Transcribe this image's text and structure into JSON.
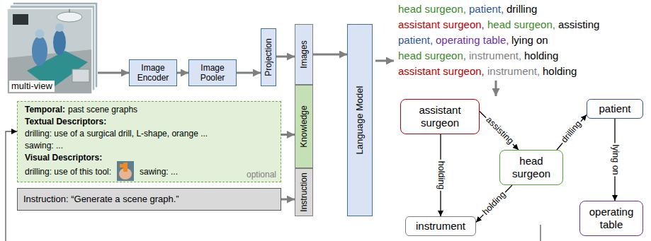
{
  "diagram": {
    "nodes": [
      {
        "text": [
          "multi-view"
        ]
      },
      {
        "text": [
          "Image Encoder"
        ]
      },
      {
        "text": [
          "Image Pooler"
        ]
      },
      {
        "text": [
          "Projection"
        ]
      },
      {
        "text": [
          "Images"
        ]
      },
      {
        "text": [
          "Knowledge"
        ]
      },
      {
        "text": [
          "Instruction"
        ]
      },
      {
        "text": [
          "Language Model"
        ]
      },
      {
        "text": [
          "Temporal:",
          "past scene graphs",
          "Textual Descriptors:",
          "drilling: use of a surgical drill, L-shape, orange ...",
          "sawing: ...",
          "Visual Descriptors:",
          "drilling: use of this tool:",
          "sawing: ...",
          "optional"
        ]
      },
      {
        "text": [
          "Instruction: “Generate a scene graph.”"
        ]
      },
      {
        "text": [
          "assistant surgeon"
        ]
      },
      {
        "text": [
          "head surgeon"
        ]
      },
      {
        "text": [
          "patient"
        ]
      },
      {
        "text": [
          "instrument"
        ]
      },
      {
        "text": [
          "operating table"
        ]
      }
    ],
    "edges": [
      {
        "from": 0,
        "to": 1,
        "arrow": "to"
      },
      {
        "from": 1,
        "to": 2,
        "arrow": "to"
      },
      {
        "from": 2,
        "to": 3,
        "arrow": "to"
      },
      {
        "from": 3,
        "to": 4,
        "arrow": "to"
      },
      {
        "from": 8,
        "to": 5,
        "arrow": "to"
      },
      {
        "from": 9,
        "to": 6,
        "arrow": "to"
      },
      {
        "from": 4,
        "to": 7,
        "arrow": "to"
      },
      {
        "from": 10,
        "to": 11,
        "label": "assisting",
        "arrow": "to"
      },
      {
        "from": 11,
        "to": 12,
        "label": "drilling",
        "arrow": "to"
      },
      {
        "from": 12,
        "to": 14,
        "label": "lying on",
        "arrow": "to"
      },
      {
        "from": 10,
        "to": 13,
        "label": "holding",
        "arrow": "to"
      },
      {
        "from": 11,
        "to": 13,
        "label": "holding",
        "arrow": "to"
      }
    ],
    "labels": [
      "head surgeon,",
      "patient,",
      "drilling",
      "assistant surgeon,",
      "head surgeon,",
      "assisting",
      "patient,",
      "operating table,",
      "lying on",
      "head surgeon,",
      "instrument,",
      "holding",
      "assistant surgeon,",
      "instrument,",
      "holding"
    ]
  }
}
